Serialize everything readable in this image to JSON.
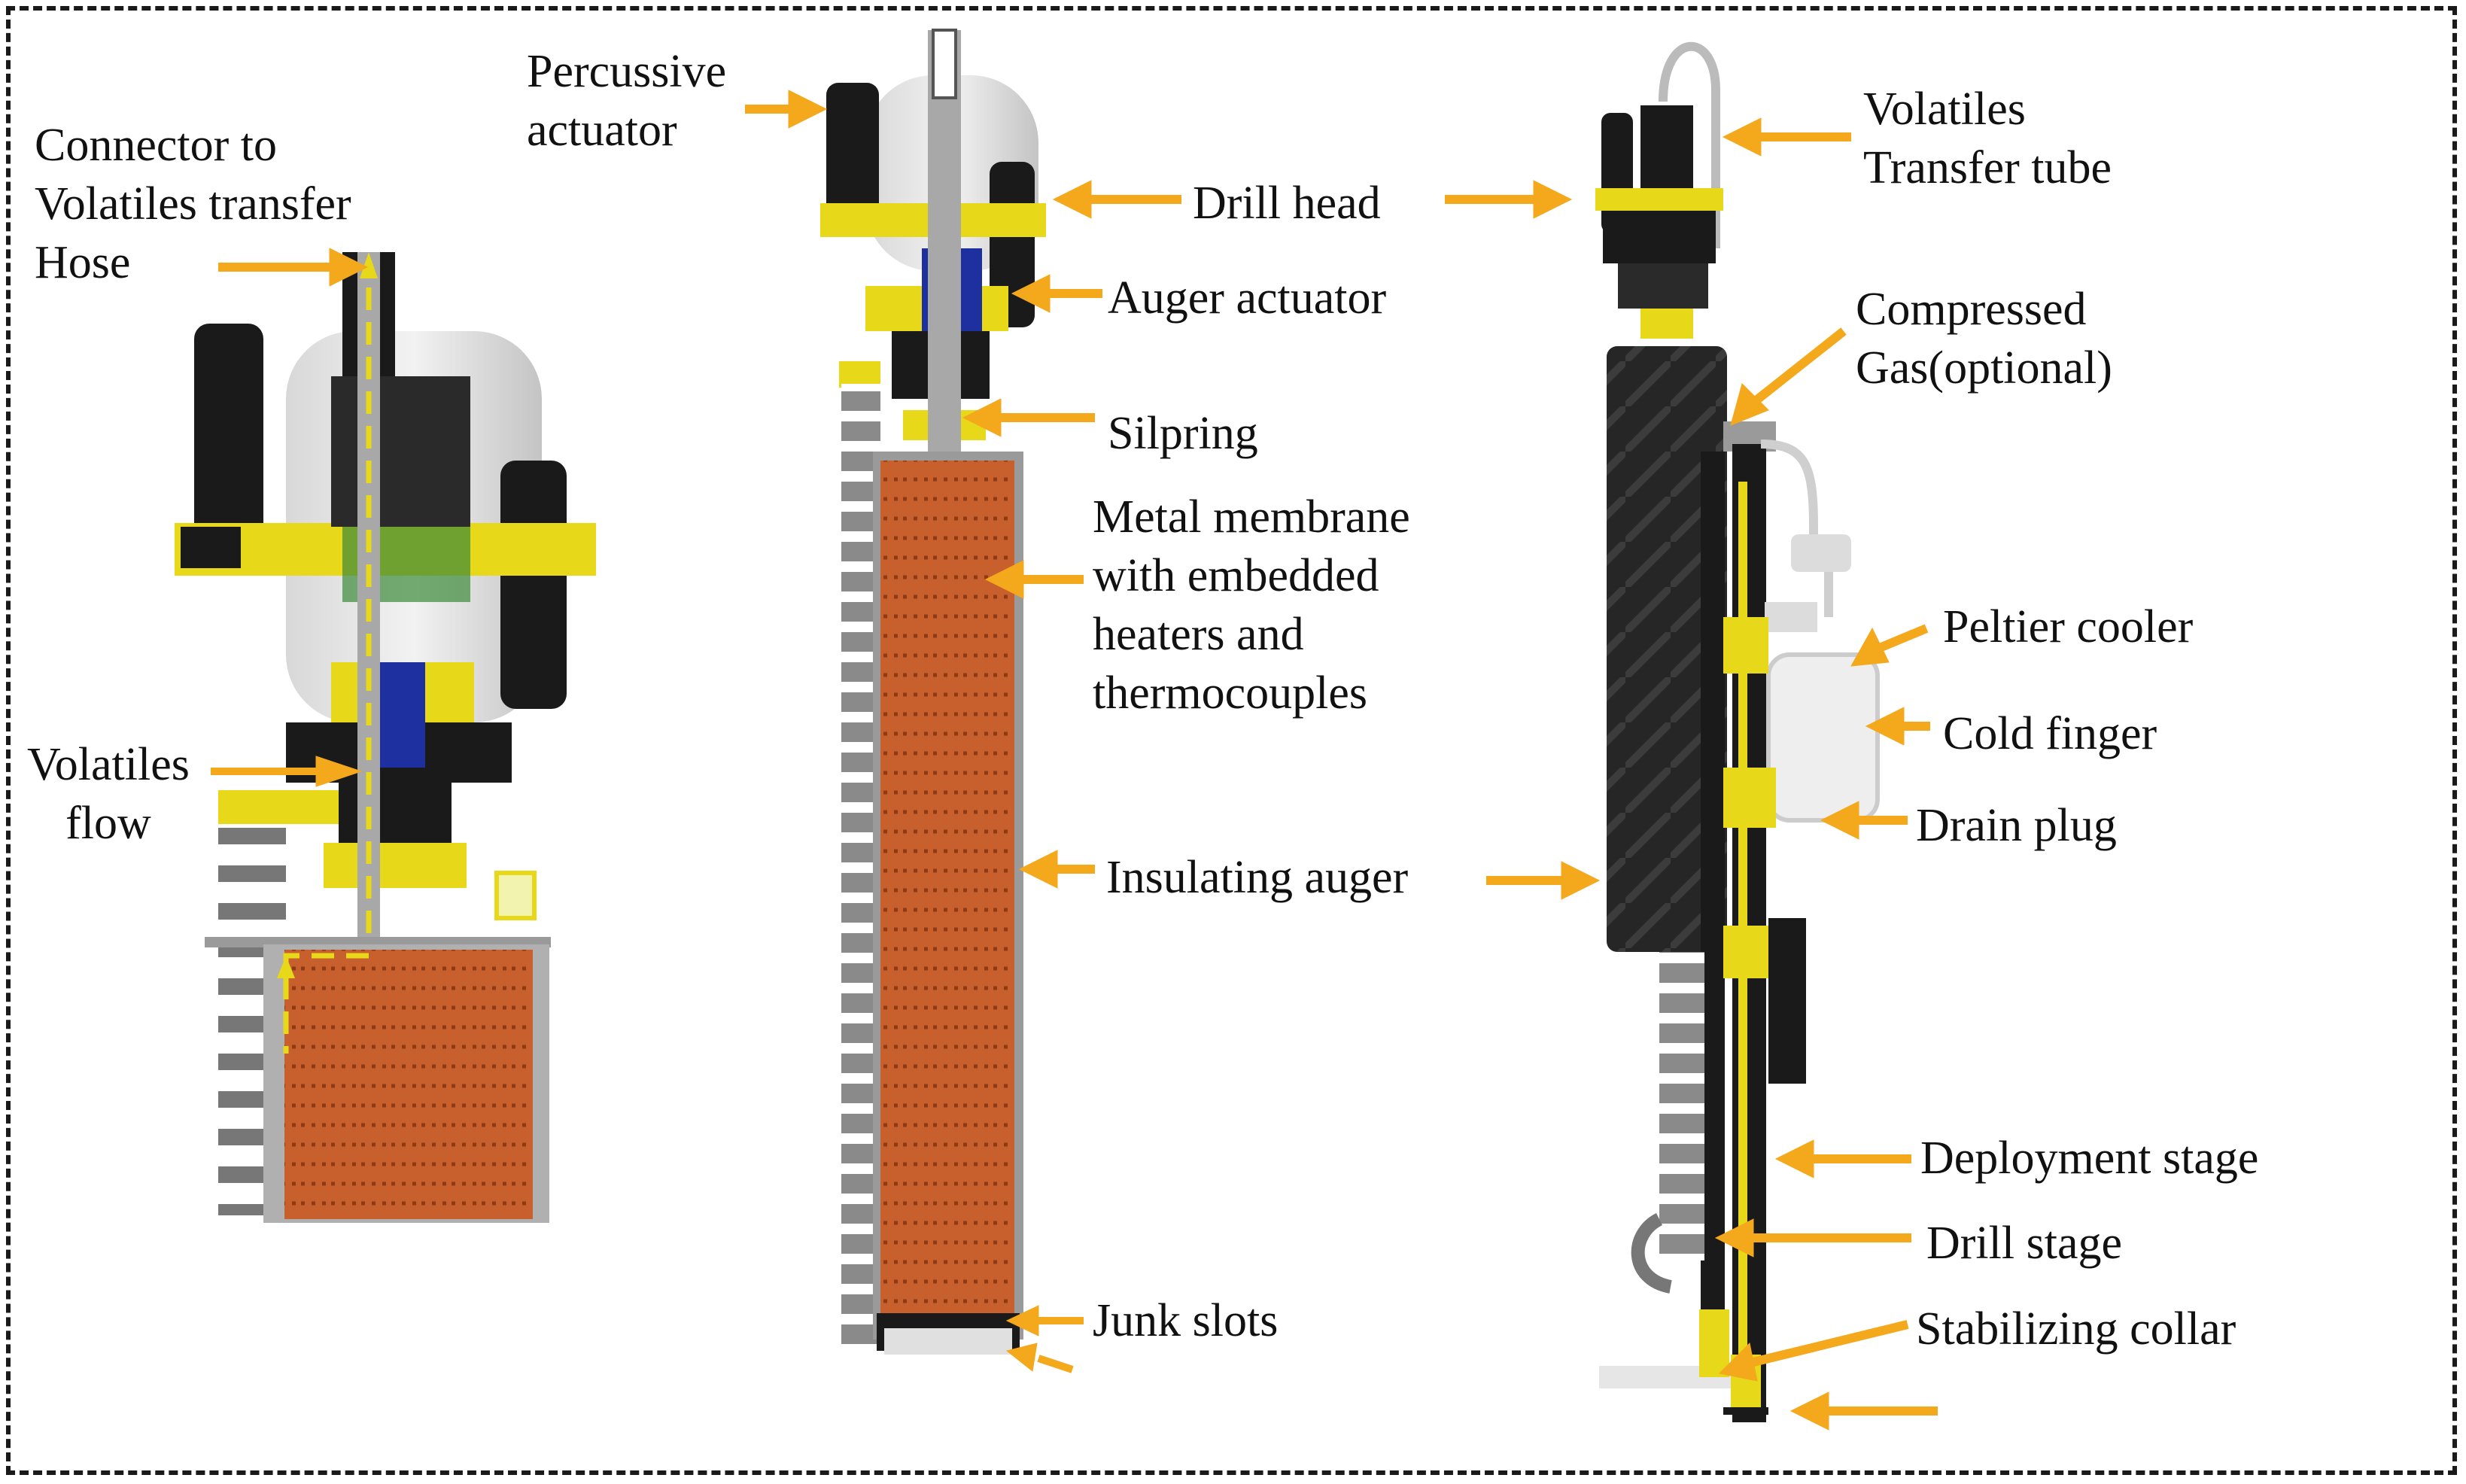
{
  "labels": {
    "connector": [
      "Connector to",
      "Volatiles transfer",
      "Hose"
    ],
    "volatiles_flow": [
      "Volatiles",
      "flow"
    ],
    "percussive": [
      "Percussive",
      "actuator"
    ],
    "drill_head": "Drill head",
    "auger_actuator": "Auger actuator",
    "silpring": "Silpring",
    "metal_membrane": [
      "Metal membrane",
      "with embedded",
      "heaters and",
      "thermocouples"
    ],
    "insulating_auger": "Insulating auger",
    "junk_slots": "Junk slots",
    "volatiles_tube": [
      "Volatiles",
      "Transfer tube"
    ],
    "compressed_gas": [
      "Compressed",
      "Gas(optional)"
    ],
    "peltier": "Peltier cooler",
    "cold_finger": "Cold finger",
    "drain_plug": "Drain plug",
    "deployment_stage": "Deployment stage",
    "drill_stage": "Drill stage",
    "stabilizing_collar": "Stabilizing collar"
  },
  "colors": {
    "arrow": "#F4A81C",
    "copper": "#C8602E",
    "yellow": "#E8D81A",
    "black": "#1A1A1A",
    "grey": "#9A9A9A",
    "frame": "#1A1A1A"
  }
}
